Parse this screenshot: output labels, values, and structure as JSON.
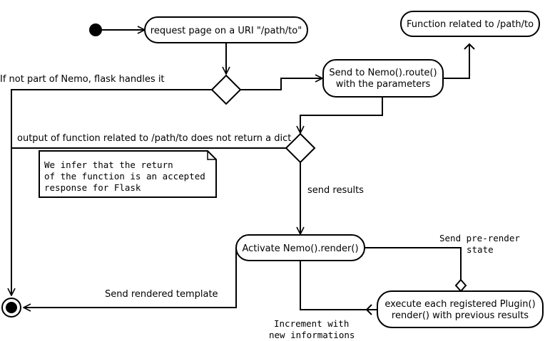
{
  "nodes": {
    "request_page": "request page on a URI \"/path/to\"",
    "function_related": "Function related to /path/to",
    "send_to_nemo_line1": "Send to Nemo().route()",
    "send_to_nemo_line2": "with the parameters",
    "activate_render": "Activate Nemo().render()",
    "plugin_render_line1": "execute each registered Plugin()",
    "plugin_render_line2": "render() with previous results"
  },
  "labels": {
    "not_nemo": "If not part of Nemo, flask handles it",
    "no_dict": "output of function related to /path/to does not return a dict",
    "send_results": "send results",
    "send_rendered": "Send rendered template",
    "pre_render_line1": "Send pre-render",
    "pre_render_line2": "state",
    "increment_line1": "Increment with",
    "increment_line2": "new informations"
  },
  "note": {
    "line1": "We infer that the return",
    "line2": "of the function is an accepted",
    "line3": "response for Flask"
  }
}
